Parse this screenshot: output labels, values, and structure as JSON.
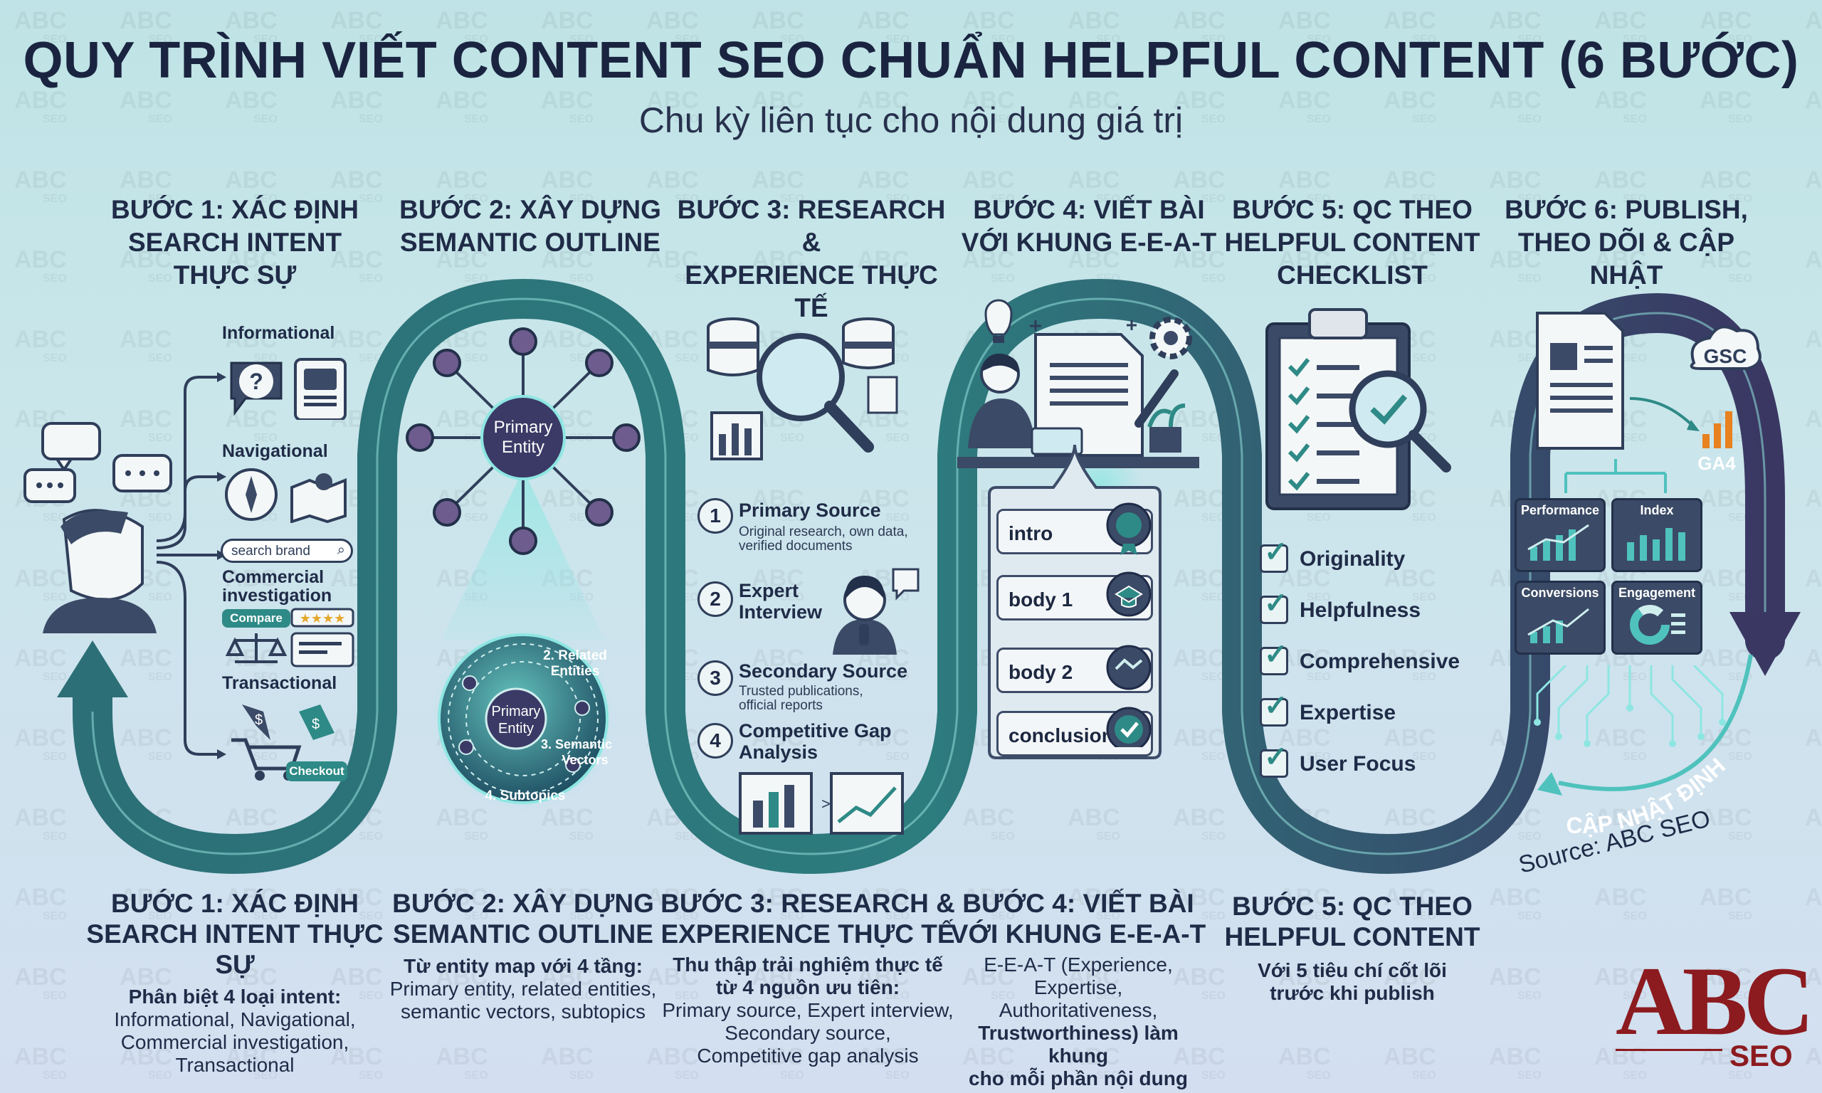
{
  "header": {
    "title": "QUY TRÌNH VIẾT CONTENT SEO CHUẨN HELPFUL CONTENT (6 BƯỚC)",
    "subtitle": "Chu kỳ liên tục cho nội dung giá trị"
  },
  "watermark": {
    "line1": "ABC",
    "line2": "SEO"
  },
  "steps_top": [
    {
      "line1": "BƯỚC 1: XÁC ĐỊNH",
      "line2": "SEARCH INTENT THỰC SỰ"
    },
    {
      "line1": "BƯỚC 2: XÂY DỰNG",
      "line2": "SEMANTIC OUTLINE"
    },
    {
      "line1": "BƯỚC 3: RESEARCH &",
      "line2": "EXPERIENCE THỰC TẾ"
    },
    {
      "line1": "BƯỚC 4: VIẾT BÀI",
      "line2": "VỚI KHUNG E-E-A-T"
    },
    {
      "line1": "BƯỚC 5: QC THEO",
      "line2": "HELPFUL CONTENT",
      "line3": "CHECKLIST"
    },
    {
      "line1": "BƯỚC 6: PUBLISH,",
      "line2": "THEO DÕI & CẬP NHẬT"
    }
  ],
  "step1": {
    "informational": "Informational",
    "navigational": "Navigational",
    "search_placeholder": "search brand",
    "commercial_line1": "Commercial",
    "commercial_line2": "investigation",
    "compare": "Compare",
    "transactional": "Transactional",
    "checkout": "Checkout"
  },
  "step2": {
    "primary_line1": "Primary",
    "primary_line2": "Entity",
    "related": "2. Related",
    "related2": "Entities",
    "semantic": "3. Semantic",
    "semantic2": "Vectors",
    "subtopics": "4. Subtopics"
  },
  "step3": {
    "items": [
      {
        "num": "1",
        "title": "Primary Source",
        "sub1": "Original research, own data,",
        "sub2": "verified documents"
      },
      {
        "num": "2",
        "title": "Expert",
        "title2": "Interview"
      },
      {
        "num": "3",
        "title": "Secondary Source",
        "sub1": "Trusted publications,",
        "sub2": "official reports"
      },
      {
        "num": "4",
        "title": "Competitive Gap",
        "title2": "Analysis"
      }
    ]
  },
  "step4": {
    "sections": [
      "intro",
      "body 1",
      "body 2",
      "conclusion"
    ]
  },
  "step5": {
    "criteria": [
      "Originality",
      "Helpfulness",
      "Comprehensive",
      "Expertise",
      "User Focus"
    ]
  },
  "step6": {
    "gsc": "GSC",
    "ga4": "GA4",
    "metrics": [
      "Performance",
      "Index",
      "Conversions",
      "Engagement"
    ],
    "cycle_label": "CẬP NHẬT ĐỊNH KỲ",
    "source": "Source: ABC SEO"
  },
  "steps_bottom": [
    {
      "line1": "BƯỚC 1: XÁC ĐỊNH",
      "line2": "SEARCH INTENT THỰC SỰ",
      "desc": [
        "Phân biệt 4 loại intent:",
        "Informational, Navigational,",
        "Commercial investigation,",
        "Transactional"
      ]
    },
    {
      "line1": "BƯỚC 2: XÂY DỰNG",
      "line2": "SEMANTIC OUTLINE",
      "desc": [
        "Từ entity map với 4 tầng:",
        "Primary entity, related entities,",
        "semantic vectors, subtopics"
      ]
    },
    {
      "line1": "BƯỚC 3: RESEARCH &",
      "line2": "EXPERIENCE THỰC TẾ",
      "desc": [
        "Thu thập trải nghiệm thực tế",
        "từ 4 nguồn ưu tiên:",
        "Primary source, Expert interview,",
        "Secondary source,",
        "Competitive gap analysis"
      ]
    },
    {
      "line1": "BƯỚC 4: VIẾT BÀI",
      "line2": "VỚI KHUNG E-E-A-T",
      "desc": [
        "E-E-A-T (Experience,",
        "Expertise,",
        "Authoritativeness,",
        "Trustworthiness) làm khung",
        "cho mỗi phần nội dung"
      ]
    },
    {
      "line1": "BƯỚC 5: QC THEO",
      "line2": "HELPFUL CONTENT",
      "desc": [
        "Với 5 tiêu chí cốt lõi",
        "trước khi publish"
      ]
    }
  ],
  "logo": {
    "main": "ABC",
    "sub": "SEO"
  },
  "colors": {
    "teal": "#2e8a86",
    "navy": "#3b3a66",
    "dark": "#1a2440",
    "logo_red": "#8c1b1f"
  }
}
